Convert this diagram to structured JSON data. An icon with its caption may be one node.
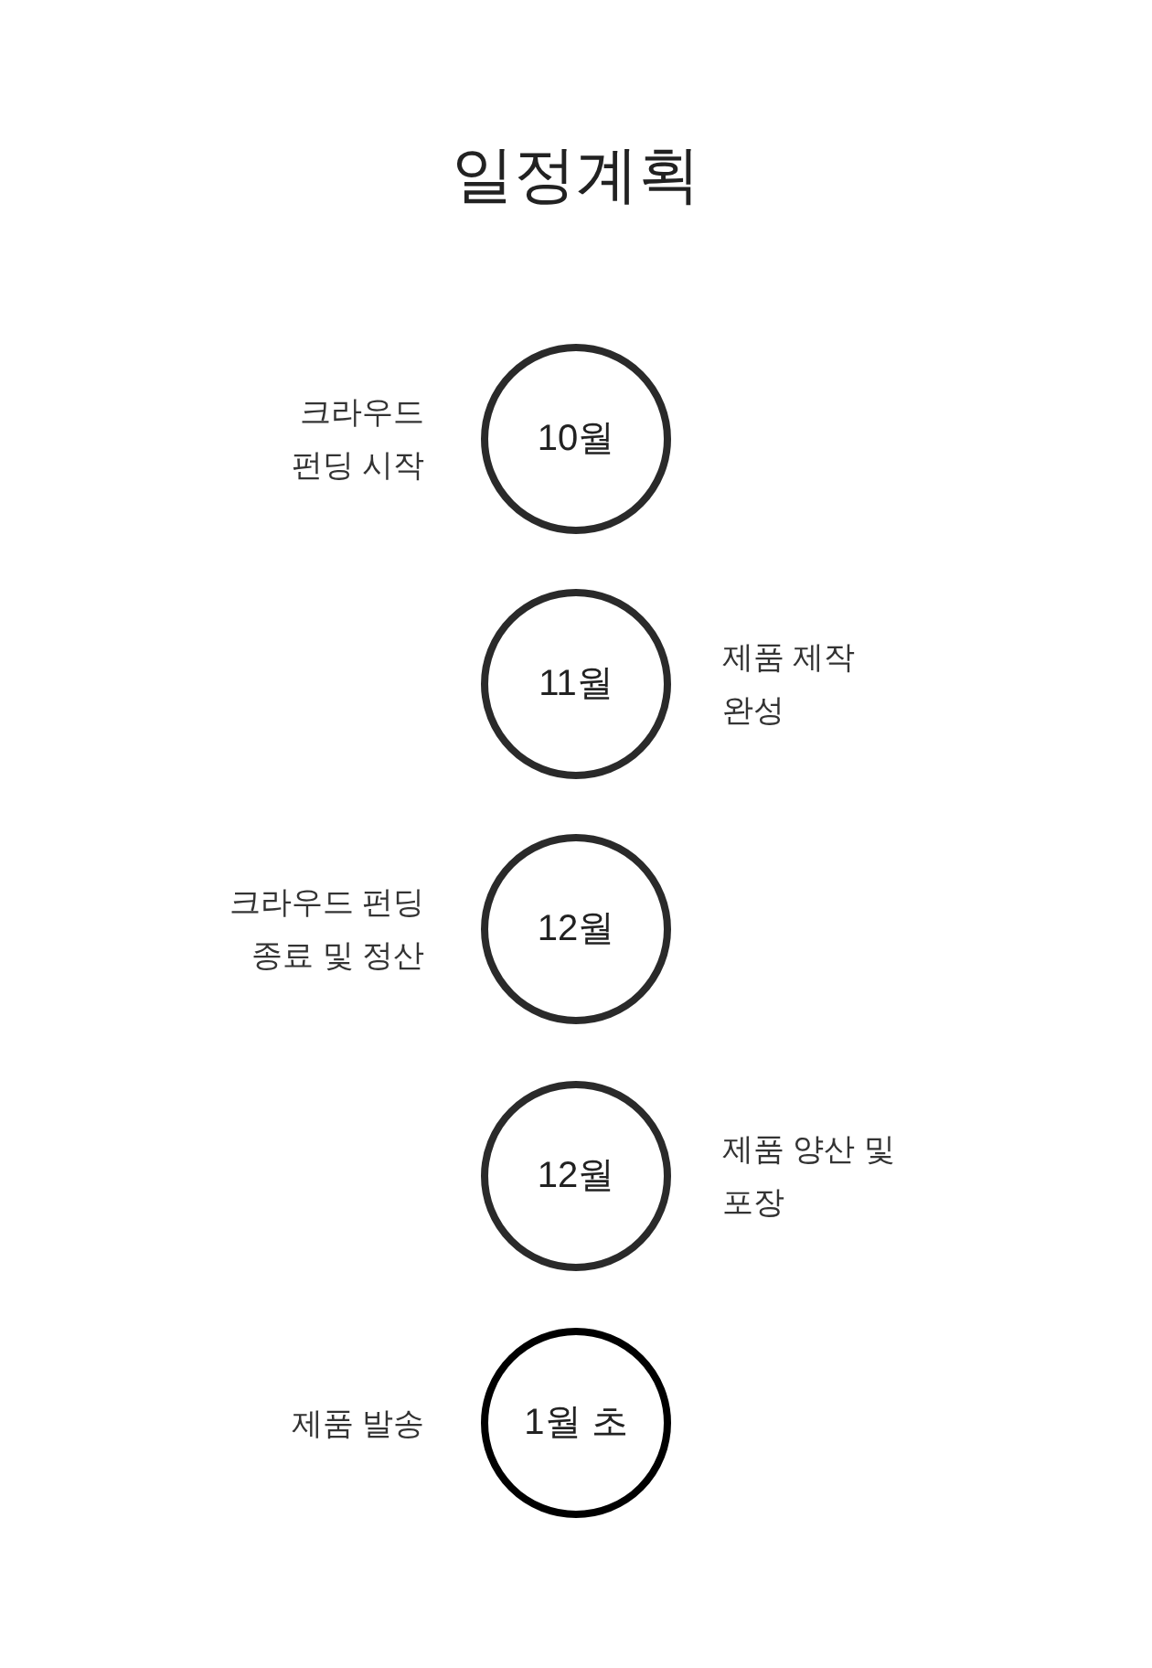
{
  "diagram": {
    "title": "일정계획",
    "nodes": [
      {
        "text": [
          "10월"
        ],
        "beside": [
          "크라우드 펀딩 시작"
        ]
      },
      {
        "text": [
          "11월"
        ],
        "beside": [
          "제품 제작 완성"
        ]
      },
      {
        "text": [
          "12월"
        ],
        "beside": [
          "크라우드 펀딩 종료 및 정산"
        ]
      },
      {
        "text": [
          "12월"
        ],
        "beside": [
          "제품 양산 및 포장"
        ]
      },
      {
        "text": [
          "1월 초"
        ],
        "beside": [
          "제품 발송"
        ]
      }
    ]
  }
}
